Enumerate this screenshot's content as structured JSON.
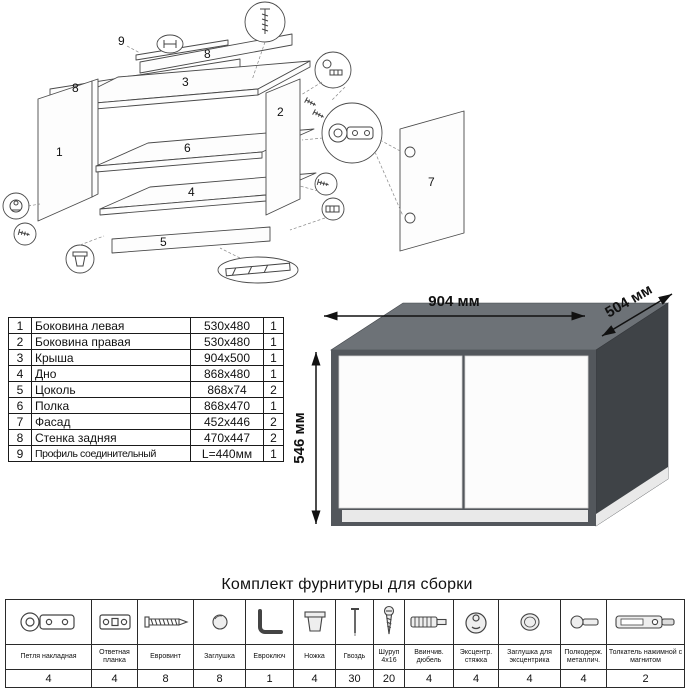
{
  "parts_table": {
    "rows": [
      {
        "num": "1",
        "name": "Боковина левая",
        "size": "530x480",
        "qty": "1"
      },
      {
        "num": "2",
        "name": "Боковина правая",
        "size": "530x480",
        "qty": "1"
      },
      {
        "num": "3",
        "name": "Крыша",
        "size": "904x500",
        "qty": "1"
      },
      {
        "num": "4",
        "name": "Дно",
        "size": "868x480",
        "qty": "1"
      },
      {
        "num": "5",
        "name": "Цоколь",
        "size": "868x74",
        "qty": "2"
      },
      {
        "num": "6",
        "name": "Полка",
        "size": "868x470",
        "qty": "1"
      },
      {
        "num": "7",
        "name": "Фасад",
        "size": "452x446",
        "qty": "2"
      },
      {
        "num": "8",
        "name": "Стенка задняя",
        "size": "470x447",
        "qty": "2"
      },
      {
        "num": "9",
        "name": "Профиль соединительный",
        "size": "L=440мм",
        "qty": "1"
      }
    ]
  },
  "diagram": {
    "labels": {
      "p1": "1",
      "p2": "2",
      "p3": "3",
      "p4": "4",
      "p5": "5",
      "p6": "6",
      "p7": "7",
      "p8a": "8",
      "p8b": "8",
      "p9": "9"
    }
  },
  "product_view": {
    "width_label": "904 мм",
    "depth_label": "504 мм",
    "height_label": "546 мм",
    "colors": {
      "top": "#6d7277",
      "side": "#3f4347",
      "body": "#53575c",
      "door": "#fcfcfc",
      "plinth": "#e9e9e9"
    }
  },
  "hardware": {
    "title": "Комплект фурнитуры для сборки",
    "items": [
      {
        "name": "Петля накладная",
        "qty": "4",
        "icon": "hinge"
      },
      {
        "name": "Ответная планка",
        "qty": "4",
        "icon": "striker-plate"
      },
      {
        "name": "Евровинт",
        "qty": "8",
        "icon": "confirmat-screw"
      },
      {
        "name": "Заглушка",
        "qty": "8",
        "icon": "plug-cap"
      },
      {
        "name": "Евроключ",
        "qty": "1",
        "icon": "hex-key"
      },
      {
        "name": "Ножка",
        "qty": "4",
        "icon": "leg"
      },
      {
        "name": "Гвоздь",
        "qty": "30",
        "icon": "nail"
      },
      {
        "name": "Шуруп 4x16",
        "qty": "20",
        "icon": "screw"
      },
      {
        "name": "Ввинчив. дюбель",
        "qty": "4",
        "icon": "screw-in-dowel"
      },
      {
        "name": "Эксцентр. стяжка",
        "qty": "4",
        "icon": "cam-lock"
      },
      {
        "name": "Заглушка для эксцентрика",
        "qty": "4",
        "icon": "cam-cap"
      },
      {
        "name": "Полкодерж. металлич.",
        "qty": "4",
        "icon": "shelf-support"
      },
      {
        "name": "Толкатель нажимной с магнитом",
        "qty": "2",
        "icon": "push-opener"
      }
    ]
  }
}
